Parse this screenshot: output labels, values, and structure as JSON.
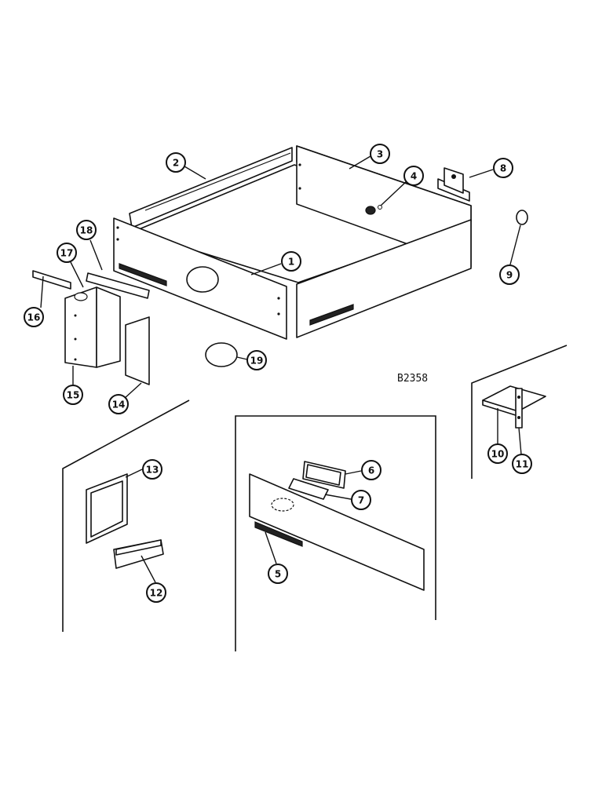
{
  "figure_id": "B2358",
  "callouts": [
    {
      "id": "1",
      "label": "1"
    },
    {
      "id": "2",
      "label": "2"
    },
    {
      "id": "3",
      "label": "3"
    },
    {
      "id": "4",
      "label": "4"
    },
    {
      "id": "5",
      "label": "5"
    },
    {
      "id": "6",
      "label": "6"
    },
    {
      "id": "7",
      "label": "7"
    },
    {
      "id": "8",
      "label": "8"
    },
    {
      "id": "9",
      "label": "9"
    },
    {
      "id": "10",
      "label": "10"
    },
    {
      "id": "11",
      "label": "11"
    },
    {
      "id": "12",
      "label": "12"
    },
    {
      "id": "13",
      "label": "13"
    },
    {
      "id": "14",
      "label": "14"
    },
    {
      "id": "15",
      "label": "15"
    },
    {
      "id": "16",
      "label": "16"
    },
    {
      "id": "17",
      "label": "17"
    },
    {
      "id": "18",
      "label": "18"
    },
    {
      "id": "19",
      "label": "19"
    }
  ],
  "colors": {
    "ink": "#111111",
    "paper": "#ffffff"
  }
}
